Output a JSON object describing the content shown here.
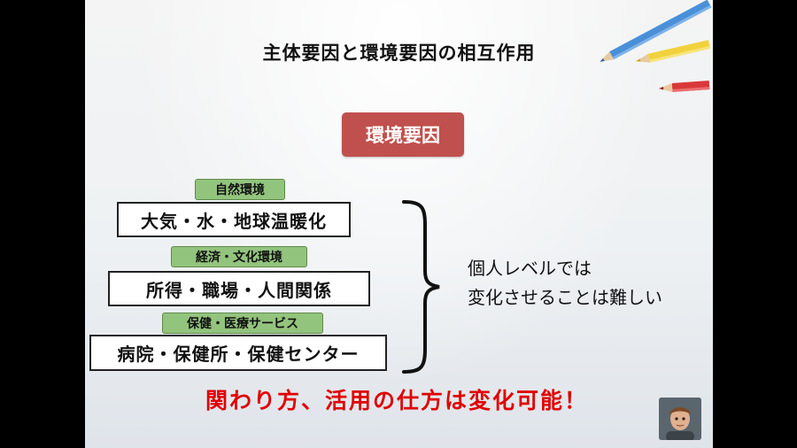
{
  "title": "主体要因と環境要因の相互作用",
  "environment_label": "環境要因",
  "tiers": [
    {
      "tag": "自然環境",
      "text": "大気・水・地球温暖化"
    },
    {
      "tag": "経済・文化環境",
      "text": "所得・職場・人間関係"
    },
    {
      "tag": "保健・医療サービス",
      "text": "病院・保健所・保健センター"
    }
  ],
  "note_lines": [
    "個人レベルでは",
    "変化させることは難しい"
  ],
  "bottom_message": "関わり方、活用の仕方は変化可能！",
  "colors": {
    "env_box": "#c0504d",
    "tag_green": "#93c47d",
    "emphasis_red": "#e00000"
  }
}
